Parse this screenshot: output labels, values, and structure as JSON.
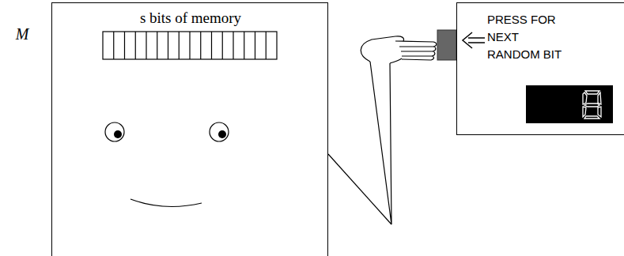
{
  "diagram": {
    "nodes": [
      {
        "text": [
          "M",
          "s bits of memory"
        ]
      },
      {
        "text": [
          "PRESS FOR NEXT RANDOM BIT"
        ]
      }
    ]
  }
}
